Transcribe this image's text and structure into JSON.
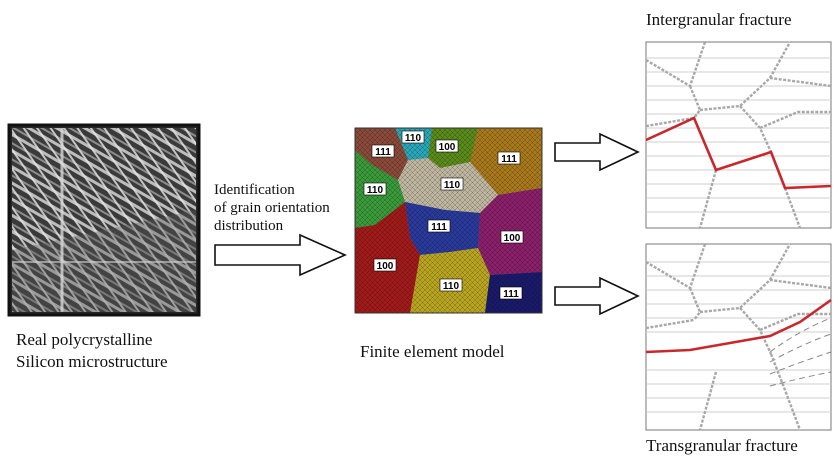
{
  "microstructure": {
    "caption_line1": "Real polycrystalline",
    "caption_line2": "Silicon microstructure"
  },
  "arrow_text": {
    "line1": "Identification",
    "line2": "of grain orientation",
    "line3": "distribution"
  },
  "fem": {
    "caption": "Finite element model",
    "grains": [
      {
        "label": "110",
        "color": "#2aa6b8"
      },
      {
        "label": "111",
        "color": "#8a4a3a"
      },
      {
        "label": "100",
        "color": "#5a8a1a"
      },
      {
        "label": "111",
        "color": "#a8781c"
      },
      {
        "label": "110",
        "color": "#3a9a3a"
      },
      {
        "label": "110",
        "color": "#bfb6a0"
      },
      {
        "label": "111",
        "color": "#2a3a9a"
      },
      {
        "label": "100",
        "color": "#8a1f6a"
      },
      {
        "label": "100",
        "color": "#a01a1a"
      },
      {
        "label": "110",
        "color": "#b8a420"
      },
      {
        "label": "111",
        "color": "#1a1a6a"
      }
    ]
  },
  "results": {
    "top_title": "Intergranular fracture",
    "bottom_title": "Transgranular fracture",
    "crack_color": "#c8282c"
  }
}
